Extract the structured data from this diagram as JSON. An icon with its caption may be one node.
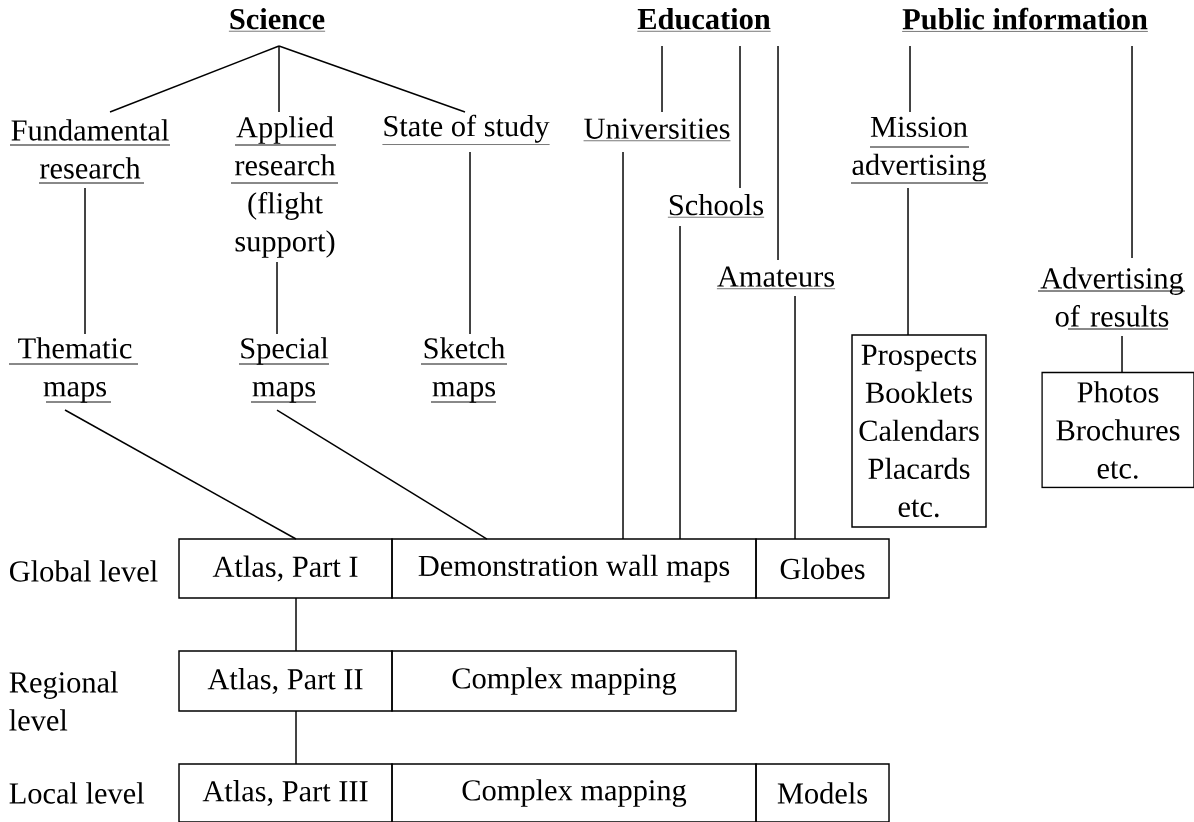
{
  "diagram": {
    "nodes": [
      {
        "text": [
          "Science"
        ]
      },
      {
        "text": [
          "Education"
        ]
      },
      {
        "text": [
          "Public information"
        ]
      },
      {
        "text": [
          "Fundamental research"
        ]
      },
      {
        "text": [
          "Applied research",
          "(flight support)"
        ]
      },
      {
        "text": [
          "State of study"
        ]
      },
      {
        "text": [
          "Universities"
        ]
      },
      {
        "text": [
          "Schools"
        ]
      },
      {
        "text": [
          "Amateurs"
        ]
      },
      {
        "text": [
          "Mission advertising"
        ]
      },
      {
        "text": [
          "Advertising of results"
        ]
      },
      {
        "text": [
          "Thematic maps"
        ]
      },
      {
        "text": [
          "Special maps"
        ]
      },
      {
        "text": [
          "Sketch maps"
        ]
      },
      {
        "text": [
          "Prospects Booklets Calendars Placards etc."
        ]
      },
      {
        "text": [
          "Photos Brochures etc."
        ]
      },
      {
        "text": [
          "Atlas, Part I"
        ]
      },
      {
        "text": [
          "Demonstration wall maps"
        ]
      },
      {
        "text": [
          "Globes"
        ]
      },
      {
        "text": [
          "Atlas, Part II"
        ]
      },
      {
        "text": [
          "Complex mapping"
        ]
      },
      {
        "text": [
          "Atlas, Part III"
        ]
      },
      {
        "text": [
          "Complex mapping"
        ]
      },
      {
        "text": [
          "Models"
        ]
      }
    ],
    "edges": [
      {
        "from": 0,
        "to": 3,
        "arrow": "none"
      },
      {
        "from": 0,
        "to": 4,
        "arrow": "none"
      },
      {
        "from": 0,
        "to": 5,
        "arrow": "none"
      },
      {
        "from": 1,
        "to": 6,
        "arrow": "none"
      },
      {
        "from": 1,
        "to": 7,
        "arrow": "none"
      },
      {
        "from": 1,
        "to": 8,
        "arrow": "none"
      },
      {
        "from": 2,
        "to": 9,
        "arrow": "none"
      },
      {
        "from": 2,
        "to": 10,
        "arrow": "none"
      },
      {
        "from": 3,
        "to": 11,
        "arrow": "none"
      },
      {
        "from": 4,
        "to": 12,
        "arrow": "none"
      },
      {
        "from": 5,
        "to": 13,
        "arrow": "none"
      },
      {
        "from": 9,
        "to": 14,
        "arrow": "none"
      },
      {
        "from": 10,
        "to": 15,
        "arrow": "none"
      },
      {
        "from": 11,
        "to": 16,
        "arrow": "none"
      },
      {
        "from": 12,
        "to": 17,
        "arrow": "none"
      },
      {
        "from": 6,
        "to": 17,
        "arrow": "none"
      },
      {
        "from": 7,
        "to": 17,
        "arrow": "none"
      },
      {
        "from": 8,
        "to": 18,
        "arrow": "none"
      },
      {
        "from": 16,
        "to": 19,
        "arrow": "none"
      },
      {
        "from": 19,
        "to": 21,
        "arrow": "none"
      }
    ],
    "labels": [
      "Global level",
      "Regional level",
      "Local level"
    ]
  }
}
